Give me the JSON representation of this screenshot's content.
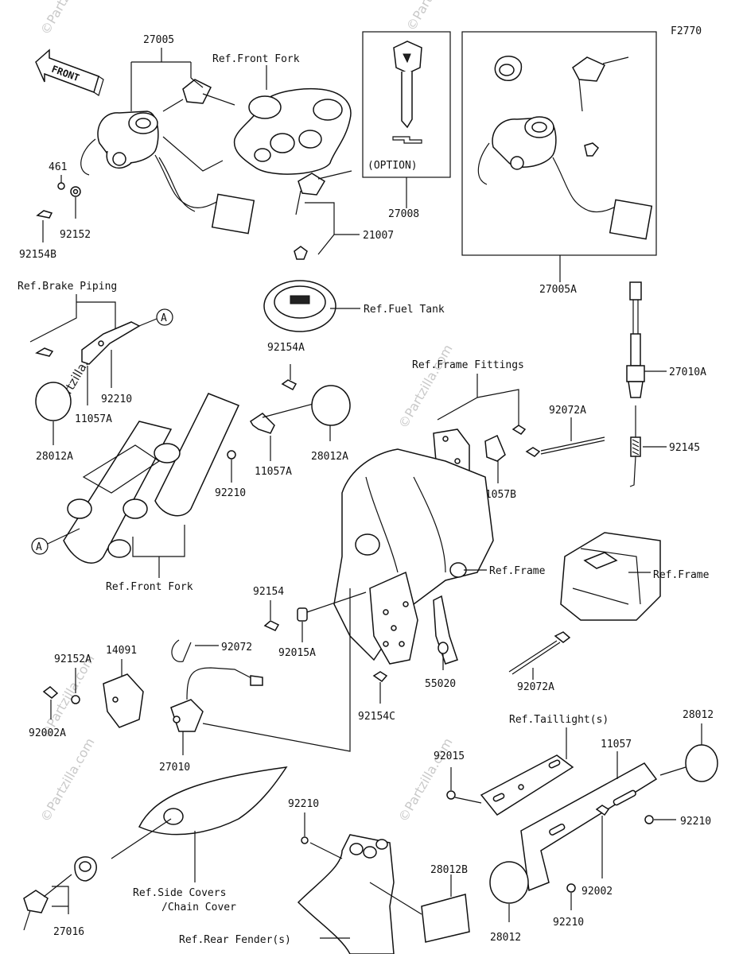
{
  "figure_code": "F2770",
  "front_arrow": "FRONT",
  "watermark": "©Partzilla.com",
  "part_numbers": {
    "p27005": "27005",
    "p461": "461",
    "p92152": "92152",
    "p92154B": "92154B",
    "p27008": "27008",
    "option": "(OPTION)",
    "p21007": "21007",
    "p27005A": "27005A",
    "p27010A": "27010A",
    "p92145": "92145",
    "p92210a": "92210",
    "p11057A_a": "11057A",
    "p28012A_a": "28012A",
    "p92154A": "92154A",
    "p92210b": "92210",
    "p11057A_b": "11057A",
    "p28012A_b": "28012A",
    "p92072A_a": "92072A",
    "p11057B": "11057B",
    "p92154": "92154",
    "p92015A": "92015A",
    "p92072": "92072",
    "p92152A": "92152A",
    "p14091": "14091",
    "p92002A": "92002A",
    "p27010": "27010",
    "p92154C": "92154C",
    "p55020": "55020",
    "p92072A_b": "92072A",
    "p92015": "92015",
    "p11057": "11057",
    "p28012_a": "28012",
    "p92210c": "92210",
    "p92210d": "92210",
    "p92002": "92002",
    "p92210e": "92210",
    "p28012B": "28012B",
    "p28012_b": "28012",
    "p27016": "27016"
  },
  "references": {
    "front_fork_top": "Ref.Front Fork",
    "brake_piping": "Ref.Brake Piping",
    "fuel_tank": "Ref.Fuel Tank",
    "frame_fittings": "Ref.Frame Fittings",
    "front_fork_bottom": "Ref.Front Fork",
    "frame_mid": "Ref.Frame",
    "frame_right": "Ref.Frame",
    "taillights": "Ref.Taillight(s)",
    "side_covers_1": "Ref.Side Covers",
    "side_covers_2": "/Chain Cover",
    "rear_fender": "Ref.Rear Fender(s)"
  },
  "callouts": {
    "a_top": "A",
    "a_bottom": "A"
  }
}
